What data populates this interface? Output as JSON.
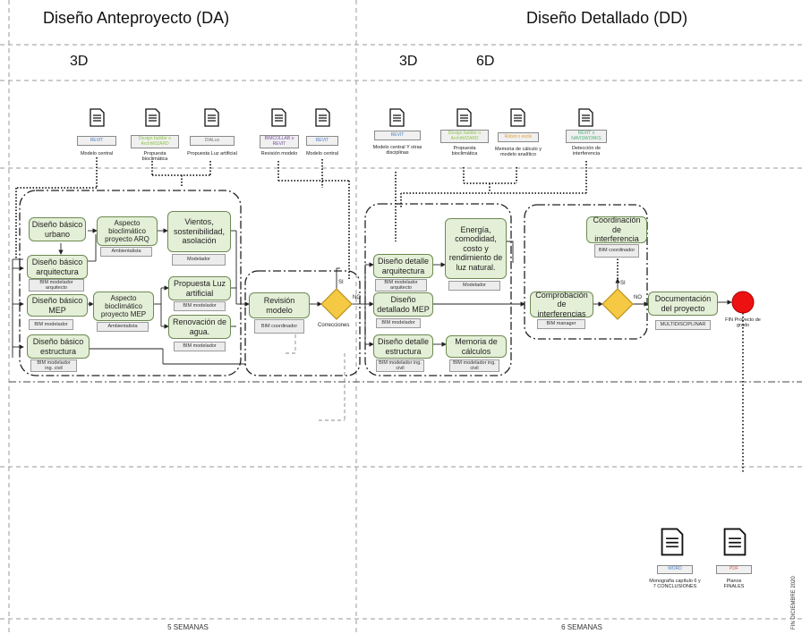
{
  "phases": {
    "da_title": "Diseño Anteproyecto (DA)",
    "dd_title": "Diseño Detallado (DD)",
    "da_dim": "3D",
    "dd_dim_3d": "3D",
    "dd_dim_6d": "6D"
  },
  "da_docs": [
    {
      "tag": "REVIT",
      "caption": "Modelo central",
      "tag_color": "#4a7fc1"
    },
    {
      "tag": "Design builder o ArchiWIZARD",
      "caption": "Propuesta bioclimática",
      "tag_color": "#8bc34a"
    },
    {
      "tag": "DIALux",
      "caption": "Propuesta Luz artificial",
      "tag_color": "#777777"
    },
    {
      "tag": "BIMCOLLAB o REVIT",
      "caption": "Revisión modelo",
      "tag_color": "#7a4fa0"
    },
    {
      "tag": "REVIT",
      "caption": "Modelo central",
      "tag_color": "#4a7fc1"
    }
  ],
  "dd_docs": [
    {
      "tag": "REVIT",
      "caption": "Modelo central Y otras disciplinas",
      "tag_color": "#4a7fc1"
    },
    {
      "tag": "Design builder o ArchiWIZARD",
      "caption": "Propuesta bioclimática",
      "tag_color": "#8bc34a"
    },
    {
      "tag": "Robot o excle",
      "caption": "Memoria de cálculo y modelo analítico",
      "tag_color": "#e0a030"
    },
    {
      "tag": "REVIT o NAVISWORKS",
      "caption": "Detección de interferencia",
      "tag_color": "#4caf78"
    }
  ],
  "da_tasks": {
    "urbano": "Diseño básico urbano",
    "arq": "Diseño básico arquitectura",
    "arq_role": "BIM modelador arquitecto",
    "mep": "Diseño básico MEP",
    "mep_role": "BIM modelador",
    "estr": "Diseño básico estructura",
    "estr_role": "BIM modelador ing. civil",
    "bio_arq": "Aspecto bioclimático proyecto ARQ",
    "bio_arq_role": "Ambientalista",
    "bio_mep": "Aspecto bioclimático proyecto MEP",
    "bio_mep_role": "Ambientalista",
    "vientos": "Vientos, sostenibilidad, asolación",
    "vientos_role": "Modelador",
    "luz": "Propuesta Luz artificial",
    "luz_role": "BIM modelador",
    "agua": "Renovación de agua.",
    "agua_role": "BIM modelador"
  },
  "review": {
    "label": "Revisión modelo",
    "role": "BIM coordinador",
    "decision_label": "Correcciones",
    "si": "SI",
    "no": "NO"
  },
  "dd_tasks": {
    "arq": "Diseño detalle arquitectura",
    "arq_role": "BIM modelador arquitecto",
    "mep": "Diseño detallado MEP",
    "mep_role": "BIM modelador",
    "estr": "Diseño detalle estructura",
    "estr_role": "BIM modelador ing. civil",
    "energia": "Energía, comodidad, costo y rendimiento de luz natural.",
    "energia_role": "Modelador",
    "memoria": "Memoria de cálculos",
    "memoria_role": "BIM modelador ing. civil"
  },
  "interf": {
    "comprob": "Comprobación de interferencias",
    "comprob_role": "BIM manager",
    "coord": "Coordinación de interferencia",
    "coord_role": "BIM coordinador",
    "si": "SI",
    "no": "NO",
    "doc": "Documentación del proyecto",
    "doc_role": "MULTIDISCIPLINAR",
    "fin": "FIN Proyecto de grado"
  },
  "final_docs": [
    {
      "tag": "WORD",
      "caption": "Monografía capítulo 6 y 7 CONCLUSIONES",
      "tag_color": "#4a7fc1"
    },
    {
      "tag": "PDF",
      "caption": "Planos FINALES",
      "tag_color": "#d9534f"
    }
  ],
  "weeks": {
    "da": "5 SEMANAS",
    "dd": "6 SEMANAS"
  },
  "edge_note": "FIN DICIEMBRE 2020"
}
